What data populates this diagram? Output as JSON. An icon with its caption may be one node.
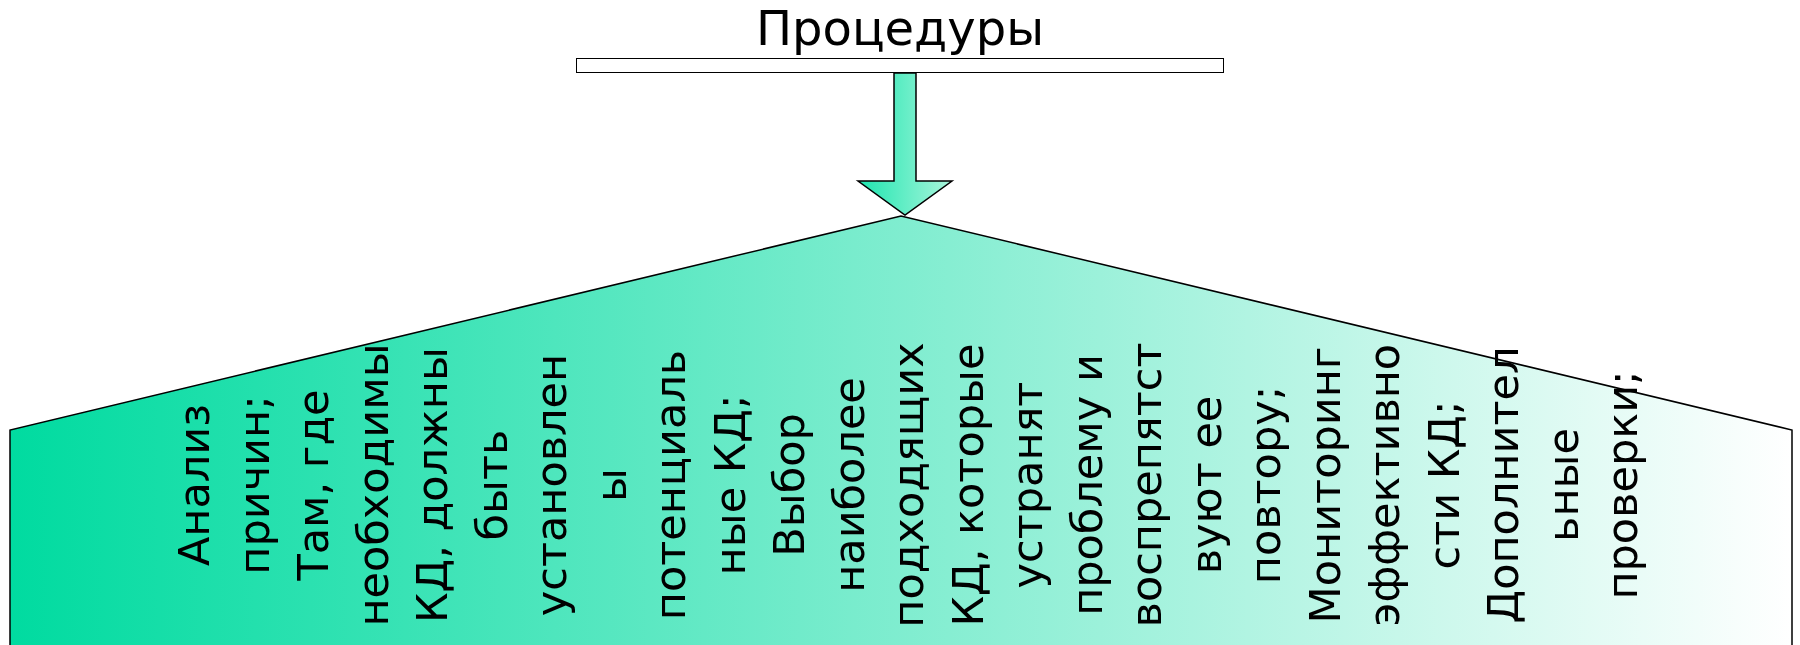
{
  "diagram": {
    "nodes": [
      {
        "text": [
          "Процедуры"
        ]
      },
      {
        "text": [
          "Анализ причин; Там, где необходимы КД, должны быть установлены потенциальные КД; Выбор наиболее подходящих КД, которые устранят проблему и воспрепятствуют ее повтору; Мониторинг эффективности КД; Дополнительные проверки;"
        ]
      }
    ],
    "edges": [
      {
        "from": 0,
        "to": 1,
        "arrow": "to"
      }
    ]
  }
}
